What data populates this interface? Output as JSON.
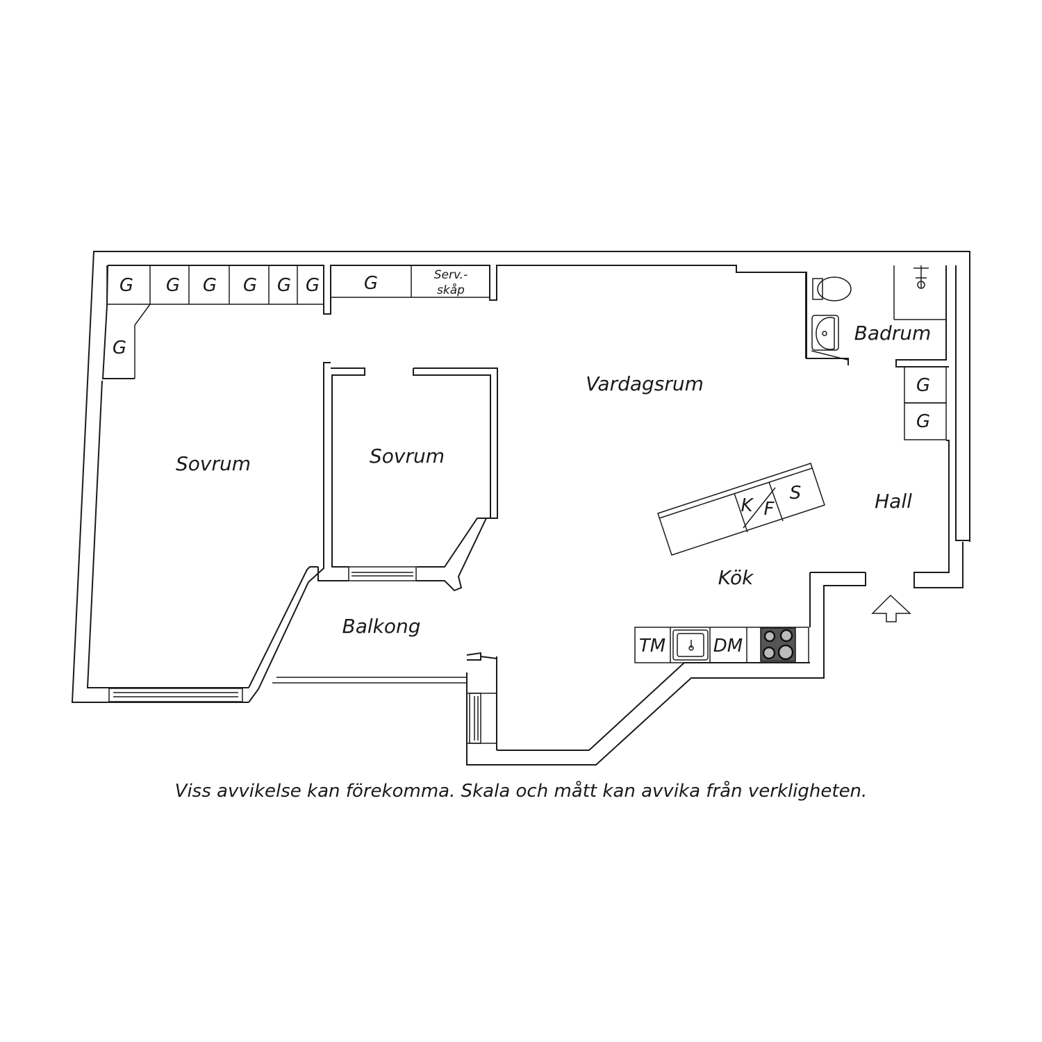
{
  "rooms": {
    "sovrum_large": "Sovrum",
    "sovrum_small": "Sovrum",
    "vardagsrum": "Vardagsrum",
    "badrum": "Badrum",
    "hall": "Hall",
    "kok": "Kök",
    "balkong": "Balkong"
  },
  "closets": {
    "top_row": [
      "G",
      "G",
      "G",
      "G",
      "G",
      "G"
    ],
    "left_corner": "G",
    "mid_top": "G",
    "serv_line1": "Serv.-",
    "serv_line2": "skåp",
    "hall_upper": "G",
    "hall_lower": "G"
  },
  "kitchen": {
    "tm": "TM",
    "dm": "DM",
    "island_k": "K",
    "island_f": "F",
    "island_s": "S"
  },
  "icons": [
    "toilet-icon",
    "washbasin-icon",
    "shower-icon",
    "kitchen-sink-icon",
    "stove-icon",
    "entrance-arrow-icon"
  ],
  "disclaimer": "Viss avvikelse kan förekomma. Skala och mått kan avvika från verkligheten."
}
